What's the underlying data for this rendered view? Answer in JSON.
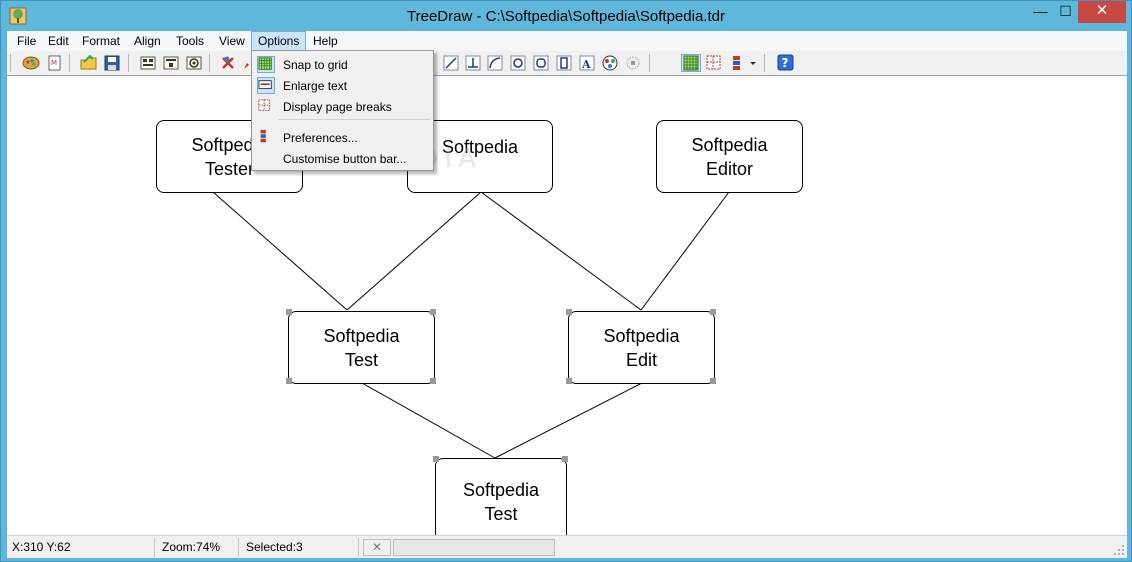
{
  "window": {
    "title": "TreeDraw - C:\\Softpedia\\Softpedia\\Softpedia.tdr",
    "minimize_glyph": "—",
    "maximize_glyph": "☐",
    "close_glyph": "✕"
  },
  "menu": {
    "items": [
      {
        "label": "File"
      },
      {
        "label": "Edit"
      },
      {
        "label": "Format"
      },
      {
        "label": "Align"
      },
      {
        "label": "Tools"
      },
      {
        "label": "View"
      },
      {
        "label": "Options"
      },
      {
        "label": "Help"
      }
    ],
    "open_menu": "Options"
  },
  "dropdown": {
    "items": [
      {
        "label": "Snap to grid",
        "icon": "grid-icon",
        "active": true
      },
      {
        "label": "Enlarge text",
        "icon": "text-icon",
        "active": true
      },
      {
        "label": "Display page breaks",
        "icon": "page-breaks-icon",
        "active": false
      },
      {
        "label": "Preferences...",
        "icon": "preferences-icon",
        "active": false
      },
      {
        "label": "Customise button bar...",
        "icon": "",
        "active": false
      }
    ]
  },
  "toolbar": {
    "icons": [
      "palette-icon",
      "new-icon",
      "open-icon",
      "save-icon",
      "chart-h-icon",
      "chart-v-icon",
      "target-icon",
      "zoom-icon",
      "delete-icon",
      "pencil-icon",
      "line-diag-icon",
      "line-base-icon",
      "curve-icon",
      "ellipse-icon",
      "rounded-rect-icon",
      "rect-icon",
      "text-icon",
      "colors-icon",
      "shape-props-icon",
      "snap-grid-icon",
      "page-breaks-icon",
      "preferences-icon",
      "dropdown-arrow-icon",
      "help-icon"
    ]
  },
  "diagram": {
    "nodes": [
      {
        "line1": "Softpedia",
        "line2": "Tester"
      },
      {
        "line1": "Softpedia",
        "line2": ""
      },
      {
        "line1": "Softpedia",
        "line2": "Editor"
      },
      {
        "line1": "Softpedia",
        "line2": "Test"
      },
      {
        "line1": "Softpedia",
        "line2": "Edit"
      },
      {
        "line1": "Softpedia",
        "line2": "Test"
      }
    ]
  },
  "watermark": "SOFTPEDIA",
  "status": {
    "coords": "X:310  Y:62",
    "zoom": "Zoom:74%",
    "selected": "Selected:3",
    "cancel_glyph": "✕"
  }
}
